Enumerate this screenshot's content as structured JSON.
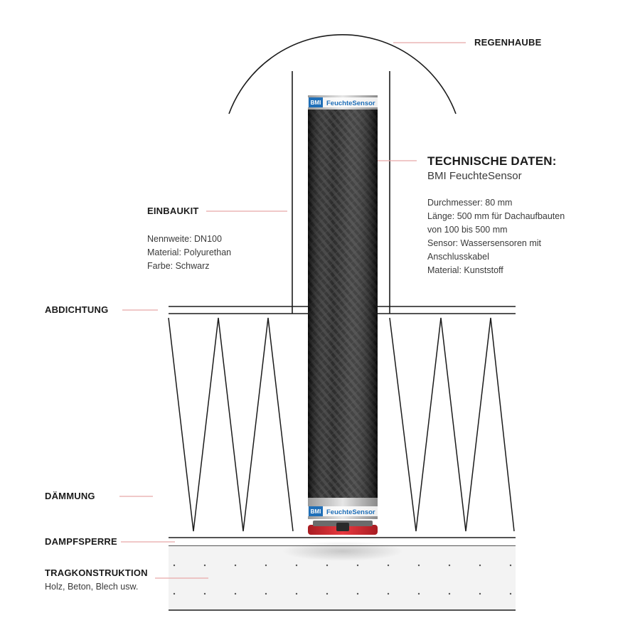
{
  "labels": {
    "regenhaube": "REGENHAUBE",
    "einbaukit": "EINBAUKIT",
    "abdichtung": "ABDICHTUNG",
    "daemmung": "DÄMMUNG",
    "dampfsperre": "DAMPFSPERRE",
    "tragkonstruktion": "TRAGKONSTRUKTION",
    "tragkonstruktion_sub": "Holz, Beton, Blech usw."
  },
  "einbaukit_details": [
    "Nennweite: DN100",
    "Material: Polyurethan",
    "Farbe: Schwarz"
  ],
  "technical": {
    "title": "TECHNISCHE DATEN:",
    "subtitle": "BMI FeuchteSensor",
    "lines": [
      "Durchmesser: 80 mm",
      "Länge: 500 mm für Dachaufbauten",
      "von 100 bis 500 mm",
      "Sensor: Wassersensoren mit",
      "Anschlusskabel",
      "Material: Kunststoff"
    ]
  },
  "sensor": {
    "brand": "BMI",
    "name": "FeuchteSensor"
  },
  "colors": {
    "leader_line": "#e8a8a8",
    "brand_blue": "#1f6fb8",
    "sensor_body": "#1a1a1a",
    "sensor_base": "#d8262e",
    "structure_fill": "#f3f3f3"
  }
}
